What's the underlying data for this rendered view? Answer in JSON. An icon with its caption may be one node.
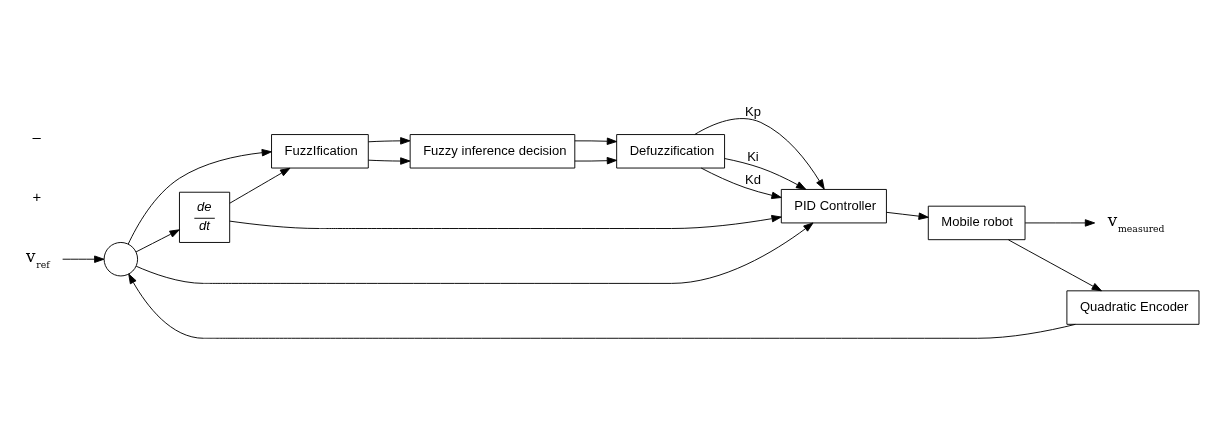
{
  "diagram": {
    "nodes": [
      {
        "text": [
          "v$_{ref}$"
        ]
      },
      {
        "text": [],
        "shape": "circle"
      },
      {
        "text": [
          "FuzzIfication"
        ]
      },
      {
        "text": [
          "Fuzzy inference decision"
        ]
      },
      {
        "text": [
          "Defuzzification"
        ]
      },
      {
        "text": [
          "de",
          "dt"
        ]
      },
      {
        "text": [
          "PID Controller"
        ]
      },
      {
        "text": [
          "Mobile robot"
        ]
      },
      {
        "text": [
          "v$_{measured}$"
        ]
      },
      {
        "text": [
          "Quadratic Encoder"
        ]
      }
    ],
    "edges": [
      {
        "from": 0,
        "to": 1,
        "arrow": "to"
      },
      {
        "from": 1,
        "to": 2,
        "arrow": "to"
      },
      {
        "from": 1,
        "to": 6,
        "arrow": "to"
      },
      {
        "from": 1,
        "to": 5,
        "arrow": "to"
      },
      {
        "from": 5,
        "to": 2,
        "arrow": "to"
      },
      {
        "from": 5,
        "to": 6,
        "arrow": "to"
      },
      {
        "from": 2,
        "to": 3,
        "arrow": "to"
      },
      {
        "from": 2,
        "to": 3,
        "arrow": "to"
      },
      {
        "from": 3,
        "to": 4,
        "arrow": "to"
      },
      {
        "from": 3,
        "to": 4,
        "arrow": "to"
      },
      {
        "from": 4,
        "to": 6,
        "label": "Kp",
        "arrow": "to"
      },
      {
        "from": 4,
        "to": 6,
        "label": "Ki",
        "arrow": "to"
      },
      {
        "from": 4,
        "to": 6,
        "label": "Kd",
        "arrow": "to"
      },
      {
        "from": 6,
        "to": 7,
        "arrow": "to"
      },
      {
        "from": 7,
        "to": 8,
        "arrow": "to"
      },
      {
        "from": 7,
        "to": 9,
        "arrow": "to"
      },
      {
        "from": 9,
        "to": 1,
        "arrow": "to"
      }
    ],
    "labels": [
      "+",
      "–"
    ]
  }
}
